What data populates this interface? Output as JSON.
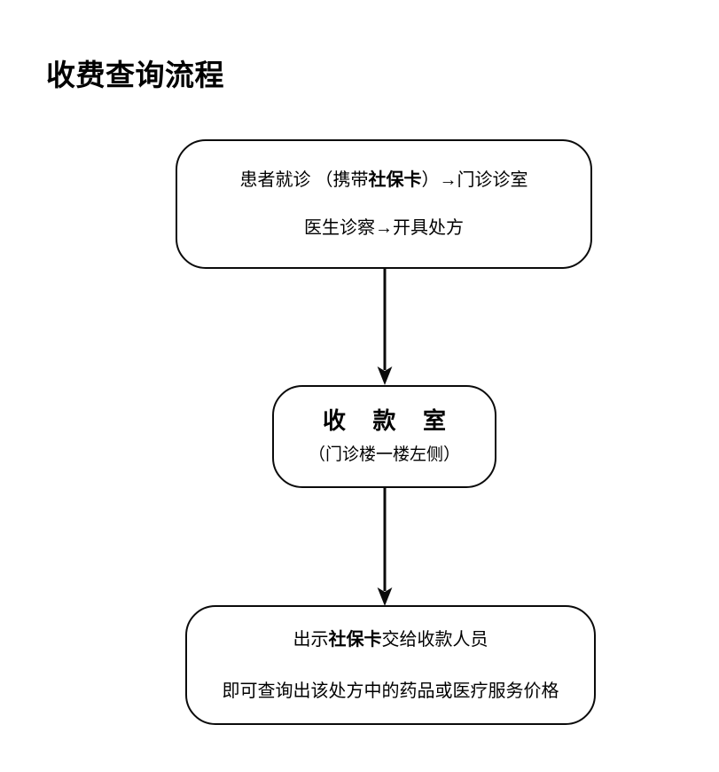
{
  "document": {
    "title": "收费查询流程",
    "background_color": "#ffffff",
    "ink_color": "#000000"
  },
  "flowchart": {
    "type": "flowchart",
    "orientation": "top-to-bottom",
    "nodes": [
      {
        "id": "intake",
        "shape": "rounded-rectangle",
        "lines": [
          {
            "prefix": "患者就诊 （携带",
            "emphasis": "社保卡",
            "suffix": "）→门诊诊室"
          },
          {
            "prefix": "医生诊察→开具处方",
            "emphasis": "",
            "suffix": ""
          }
        ],
        "line1_full": "患者就诊 （携带社保卡）→门诊诊室",
        "line2_full": "医生诊察→开具处方"
      },
      {
        "id": "cashier",
        "shape": "rounded-rectangle",
        "heading": "收 款 室",
        "subtitle": "（门诊楼一楼左侧）"
      },
      {
        "id": "result",
        "shape": "rounded-rectangle",
        "lines": [
          {
            "prefix": "出示",
            "emphasis": "社保卡",
            "suffix": "交给收款人员"
          },
          {
            "prefix": "即可查询出该处方中的药品或医疗服务价格",
            "emphasis": "",
            "suffix": ""
          }
        ],
        "line1_full": "出示社保卡交给收款人员",
        "line2_full": "即可查询出该处方中的药品或医疗服务价格"
      }
    ],
    "edges": [
      {
        "id": "intake-to-cashier",
        "from": "intake",
        "to": "cashier",
        "style": "solid-arrow-down"
      },
      {
        "id": "cashier-to-result",
        "from": "cashier",
        "to": "result",
        "style": "solid-arrow-down"
      }
    ]
  }
}
